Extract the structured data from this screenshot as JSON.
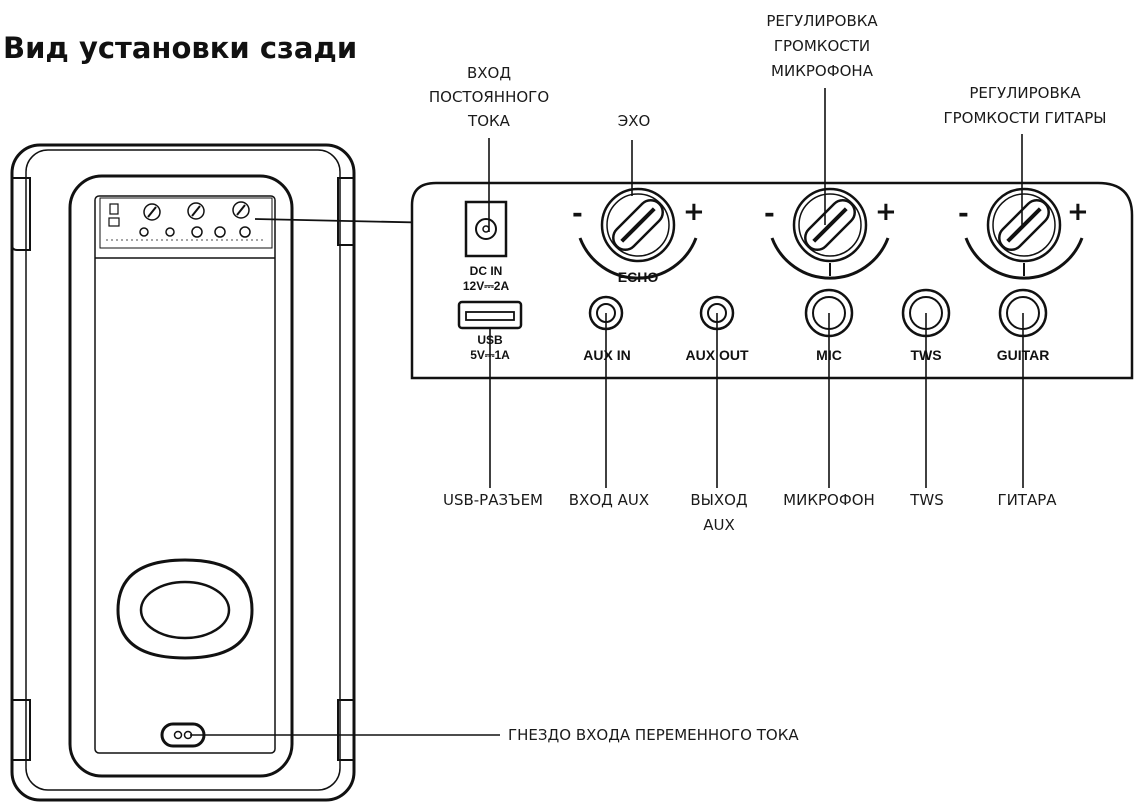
{
  "title": "Вид установки сзади",
  "callouts": {
    "dc_in": [
      "ВХОД",
      "ПОСТОЯННОГО",
      "ТОКА"
    ],
    "echo": [
      "ЭХО"
    ],
    "mic_volume": [
      "РЕГУЛИРОВКА",
      "ГРОМКОСТИ",
      "МИКРОФОНА"
    ],
    "guitar_volume": [
      "РЕГУЛИРОВКА",
      "ГРОМКОСТИ ГИТАРЫ"
    ],
    "usb_port": [
      "USB-РАЗЪЕМ"
    ],
    "aux_in": [
      "ВХОД AUX"
    ],
    "aux_out": [
      "ВЫХОД",
      "AUX"
    ],
    "microphone": [
      "МИКРОФОН"
    ],
    "tws": [
      "TWS"
    ],
    "guitar": [
      "ГИТАРА"
    ],
    "ac_in": [
      "ГНЕЗДО ВХОДА ПЕРЕМЕННОГО ТОКА"
    ]
  },
  "panel_labels": {
    "dc_in": [
      "DC IN",
      "12V⎓2A"
    ],
    "usb": [
      "USB",
      "5V⎓1A"
    ],
    "echo": "ECHO",
    "aux_in": "AUX IN",
    "aux_out": "AUX OUT",
    "mic": "MIC",
    "tws": "TWS",
    "guitar": "GUITAR"
  },
  "knob_signs": {
    "minus": "-",
    "plus": "+"
  }
}
